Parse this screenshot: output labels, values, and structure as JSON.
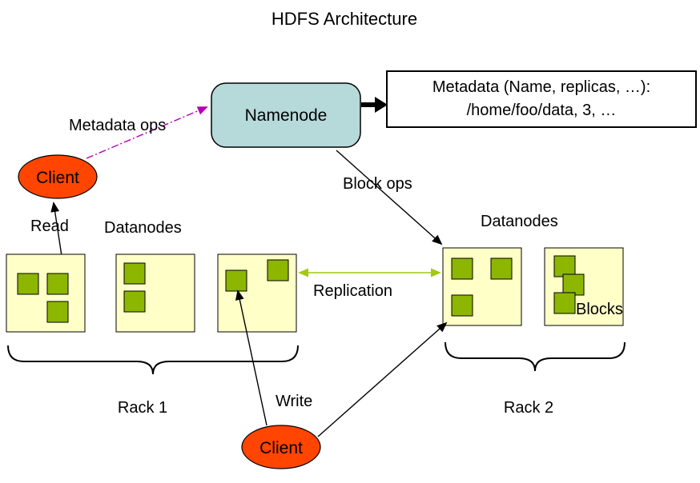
{
  "title": "HDFS Architecture",
  "namenode": {
    "label": "Namenode"
  },
  "metadata_box": {
    "line1": "Metadata (Name, replicas, …):",
    "line2": "/home/foo/data, 3, …"
  },
  "clients": {
    "top": "Client",
    "bottom": "Client"
  },
  "labels": {
    "metadata_ops": "Metadata ops",
    "block_ops": "Block ops",
    "read": "Read",
    "write": "Write",
    "replication": "Replication",
    "datanodes_left": "Datanodes",
    "datanodes_right": "Datanodes",
    "blocks": "Blocks",
    "rack1": "Rack 1",
    "rack2": "Rack 2"
  },
  "colors": {
    "namenode_fill": "#b6d9d9",
    "client_fill": "#ff4500",
    "datanode_fill": "#ffffc8",
    "block_fill": "#8db600",
    "replication_arrow": "#a2c814",
    "metadata_ops_arrow": "#b400b4",
    "arrow": "#000000"
  }
}
